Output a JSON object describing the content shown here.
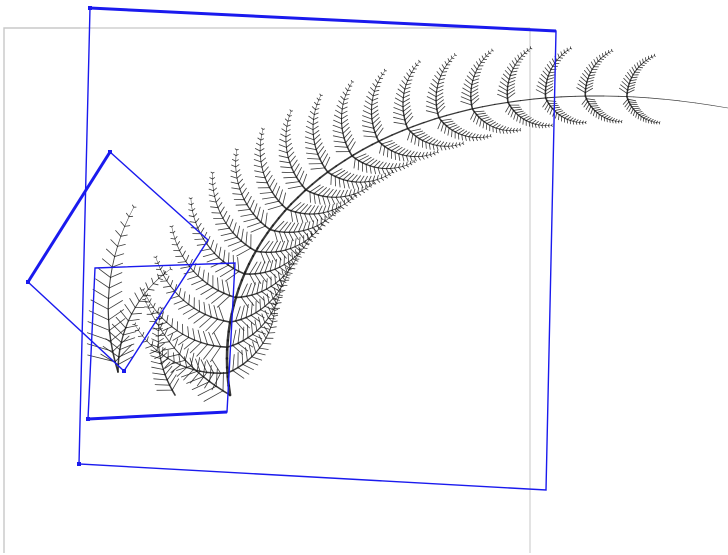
{
  "colors": {
    "background": "#ffffff",
    "canvas_border": "#c8c8c8",
    "transform_frame": "#1a1aee",
    "fern": "#1a1a1a"
  },
  "icons": {
    "corner_handle": "square-handle-icon",
    "fern": "barnsley-fern-fractal-icon"
  },
  "fractal": {
    "type": "barnsley-fern",
    "transform_count": 3,
    "handle_count": 6
  }
}
